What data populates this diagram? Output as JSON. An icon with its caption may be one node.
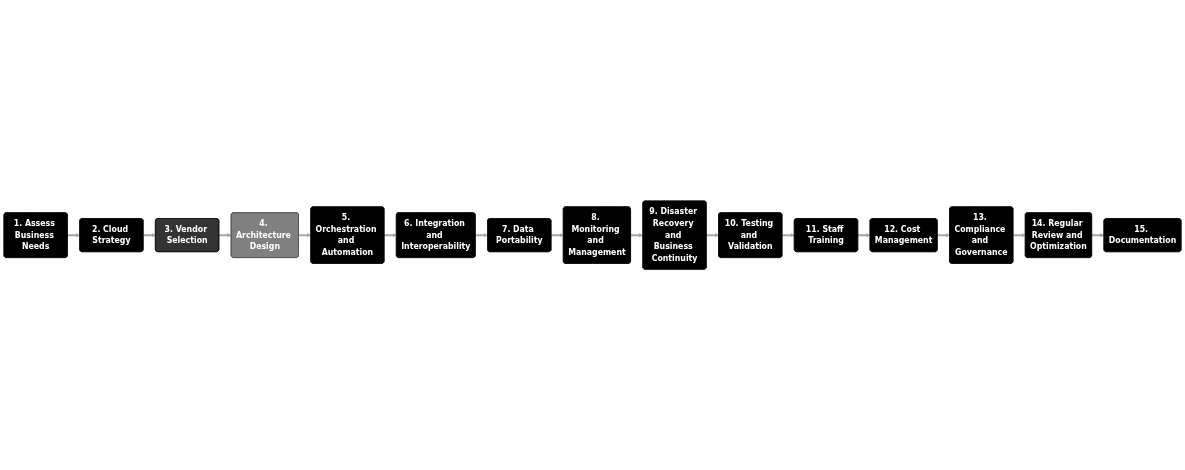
{
  "diagram": {
    "nodes": [
      {
        "text": [
          "1. Assess Business Needs"
        ]
      },
      {
        "text": [
          "2. Cloud Strategy"
        ]
      },
      {
        "text": [
          "3. Vendor Selection"
        ]
      },
      {
        "text": [
          "4. Architecture Design"
        ]
      },
      {
        "text": [
          "5. Orchestration and Automation"
        ]
      },
      {
        "text": [
          "6. Integration and Interoperability"
        ]
      },
      {
        "text": [
          "7. Data Portability"
        ]
      },
      {
        "text": [
          "8. Monitoring and Management"
        ]
      },
      {
        "text": [
          "9. Disaster Recovery and Business Continuity"
        ]
      },
      {
        "text": [
          "10. Testing and Validation"
        ]
      },
      {
        "text": [
          "11. Staff Training"
        ]
      },
      {
        "text": [
          "12. Cost Management"
        ]
      },
      {
        "text": [
          "13. Compliance and Governance"
        ]
      },
      {
        "text": [
          "14. Regular Review and Optimization"
        ]
      },
      {
        "text": [
          "15. Documentation"
        ]
      }
    ],
    "edges": [
      {
        "from": 0,
        "to": 1,
        "arrow": "to"
      },
      {
        "from": 1,
        "to": 2,
        "arrow": "to"
      },
      {
        "from": 2,
        "to": 3,
        "arrow": "to"
      },
      {
        "from": 3,
        "to": 4,
        "arrow": "to"
      },
      {
        "from": 4,
        "to": 5,
        "arrow": "to"
      },
      {
        "from": 5,
        "to": 6,
        "arrow": "to"
      },
      {
        "from": 6,
        "to": 7,
        "arrow": "to"
      },
      {
        "from": 7,
        "to": 8,
        "arrow": "to"
      },
      {
        "from": 8,
        "to": 9,
        "arrow": "to"
      },
      {
        "from": 9,
        "to": 10,
        "arrow": "to"
      },
      {
        "from": 10,
        "to": 11,
        "arrow": "to"
      },
      {
        "from": 11,
        "to": 12,
        "arrow": "to"
      },
      {
        "from": 12,
        "to": 13,
        "arrow": "to"
      },
      {
        "from": 13,
        "to": 14,
        "arrow": "to"
      }
    ]
  }
}
